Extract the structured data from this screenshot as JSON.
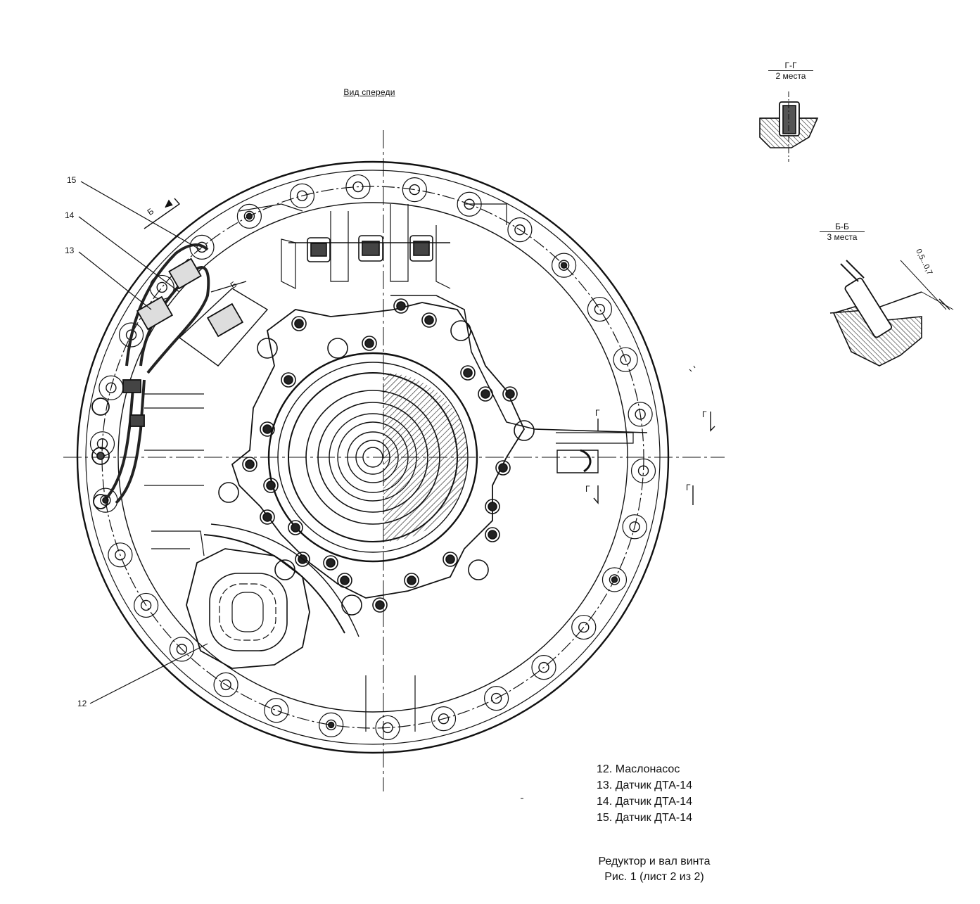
{
  "view_title": "Вид спереди",
  "section_gg": {
    "title": "Г-Г",
    "note": "2 места"
  },
  "section_bb": {
    "title": "Б-Б",
    "note": "3 места",
    "dimension": "0,5...0,7"
  },
  "callouts": [
    "15",
    "14",
    "13",
    "12"
  ],
  "cut_marks": {
    "b": "Б",
    "g": "Г"
  },
  "legend": [
    "12. Маслонасос",
    "13. Датчик ДТА-14",
    "14. Датчик ДТА-14",
    "15. Датчик ДТА-14"
  ],
  "caption": {
    "line1": "Редуктор и вал винта",
    "line2": "Рис. 1 (лист 2 из 2)"
  }
}
